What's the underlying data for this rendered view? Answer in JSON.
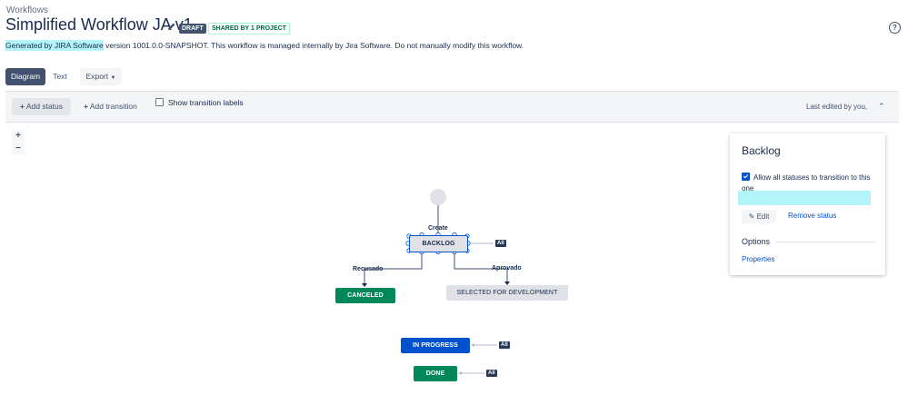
{
  "header": {
    "breadcrumb": "Workflows",
    "title": "Simplified Workflow JA v1.",
    "draft_badge": "DRAFT",
    "shared_badge": "SHARED BY 1 PROJECT",
    "help_icon": "?",
    "description_highlight": "Generated by JIRA Software",
    "description_rest": " version 1001.0.0-SNAPSHOT. This workflow is managed internally by Jira Software. Do not manually modify this workflow."
  },
  "view_tabs": {
    "diagram": "Diagram",
    "text": "Text",
    "export": "Export"
  },
  "toolbar": {
    "add_status": "Add status",
    "add_transition": "Add transition",
    "show_transition_labels": "Show transition labels",
    "last_edited": "Last edited by you,"
  },
  "zoom": {
    "in": "+",
    "out": "−"
  },
  "diagram": {
    "statuses": {
      "backlog": "BACKLOG",
      "canceled": "CANCELED",
      "selected": "SELECTED FOR DEVELOPMENT",
      "in_progress": "IN PROGRESS",
      "done": "DONE"
    },
    "transitions": {
      "create": "Create",
      "recusado": "Recusado",
      "aprovado": "Aprovado",
      "all_1": "All",
      "all_2": "All",
      "all_3": "All"
    },
    "colors": {
      "canceled": "#00875a",
      "done": "#00875a",
      "in_progress": "#0052cc",
      "selected": "#dfe1e6",
      "backlog": "#dfe1e6",
      "selection": "#0052cc"
    }
  },
  "panel": {
    "title": "Backlog",
    "allow_all": "Allow all statuses to transition to this one",
    "edit": "Edit",
    "remove_status": "Remove status",
    "options_heading": "Options",
    "properties": "Properties"
  }
}
